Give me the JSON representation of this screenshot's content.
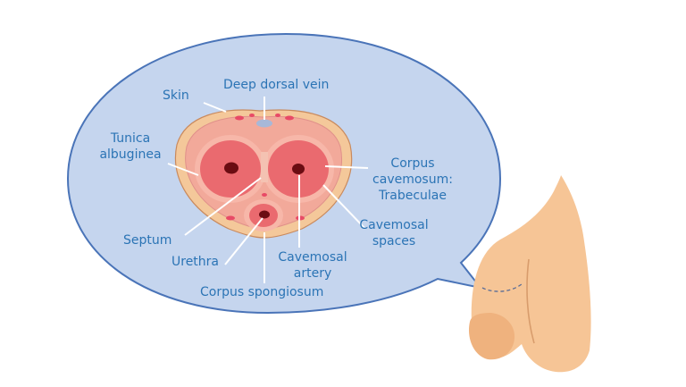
{
  "diagram": {
    "labels": {
      "skin": "Skin",
      "deep_dorsal_vein": "Deep dorsal vein",
      "tunica_line1": "Tunica",
      "tunica_line2": "albuginea",
      "corpus_cavernosum_line1": "Corpus",
      "corpus_cavernosum_line2": "cavemosum:",
      "corpus_cavernosum_line3": "Trabeculae",
      "cavernosal_spaces_line1": "Cavemosal",
      "cavernosal_spaces_line2": "spaces",
      "septum": "Septum",
      "urethra": "Urethra",
      "cavernosal_artery_line1": "Cavemosal",
      "cavernosal_artery_line2": "artery",
      "corpus_spongiosum": "Corpus spongiosum"
    },
    "colors": {
      "bubble_fill": "#c5d5ee",
      "bubble_stroke": "#4a74b8",
      "skin": "#f4c89a",
      "tunica_fill": "#f7b7a9",
      "chamber": "#ea6a6f",
      "artery": "#6b0c12",
      "vein": "#a7b8d8",
      "label": "#2b74b5",
      "anatomy_skin": "#f6c596"
    }
  }
}
